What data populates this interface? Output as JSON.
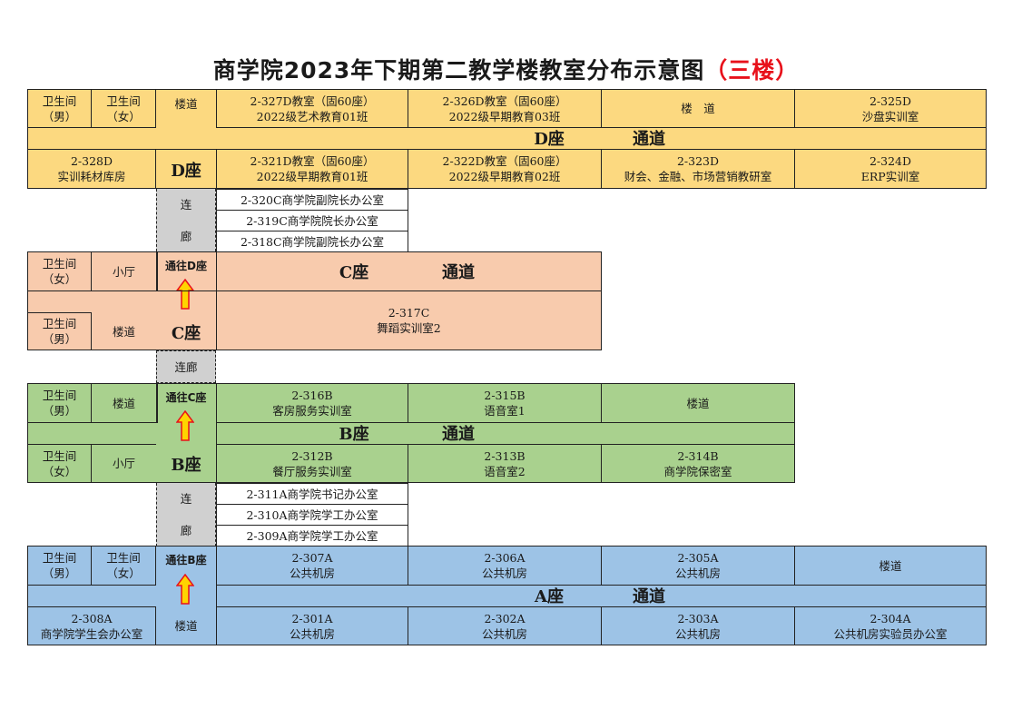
{
  "title": {
    "main": "商学院2023年下期第二教学楼教室分布示意图",
    "floor": "（三楼）"
  },
  "d": {
    "wc_m": [
      "卫生间",
      "（男）"
    ],
    "wc_f": [
      "卫生间",
      "（女）"
    ],
    "stairs_l": "楼道",
    "r327": [
      "2-327D教室（固60座）",
      "2022级艺术教育01班"
    ],
    "r326": [
      "2-326D教室（固60座）",
      "2022级早期教育03班"
    ],
    "stairs_r": "楼　道",
    "r325": [
      "2-325D",
      "沙盘实训室"
    ],
    "corridor": [
      "D座",
      "通道"
    ],
    "r328": [
      "2-328D",
      "实训耗材库房"
    ],
    "block": "D座",
    "r321": [
      "2-321D教室（固60座）",
      "2022级早期教育01班"
    ],
    "r322": [
      "2-322D教室（固60座）",
      "2022级早期教育02班"
    ],
    "r323": [
      "2-323D",
      "财会、金融、市场营销教研室"
    ],
    "r324": [
      "2-324D",
      "ERP实训室"
    ]
  },
  "dc": {
    "link": [
      "连",
      "廊"
    ],
    "offices": [
      "2-320C商学院副院长办公室",
      "2-319C商学院院长办公室",
      "2-318C商学院副院长办公室"
    ]
  },
  "c": {
    "wc_f": [
      "卫生间",
      "（女）"
    ],
    "hall": "小厅",
    "to": "通往D座",
    "corridor": [
      "C座",
      "通道"
    ],
    "wc_m": [
      "卫生间",
      "（男）"
    ],
    "stairs": "楼道",
    "block": "C座",
    "r317": [
      "2-317C",
      "舞蹈实训室2"
    ]
  },
  "cb": {
    "link": "连廊"
  },
  "b": {
    "wc_m": [
      "卫生间",
      "（男）"
    ],
    "stairs": "楼道",
    "to": "通往C座",
    "r316": [
      "2-316B",
      "客房服务实训室"
    ],
    "r315": [
      "2-315B",
      "语音室1"
    ],
    "stairs_r": "楼道",
    "corridor": [
      "B座",
      "通道"
    ],
    "wc_f": [
      "卫生间",
      "（女）"
    ],
    "hall": "小厅",
    "block": "B座",
    "r312": [
      "2-312B",
      "餐厅服务实训室"
    ],
    "r313": [
      "2-313B",
      "语音室2"
    ],
    "r314": [
      "2-314B",
      "商学院保密室"
    ]
  },
  "ba": {
    "link": [
      "连",
      "廊"
    ],
    "offices": [
      "2-311A商学院书记办公室",
      "2-310A商学院学工办公室",
      "2-309A商学院学工办公室"
    ]
  },
  "a": {
    "wc_m": [
      "卫生间",
      "（男）"
    ],
    "wc_f": [
      "卫生间",
      "（女）"
    ],
    "to": "通往B座",
    "r307": [
      "2-307A",
      "公共机房"
    ],
    "r306": [
      "2-306A",
      "公共机房"
    ],
    "r305": [
      "2-305A",
      "公共机房"
    ],
    "stairs_r": "楼道",
    "corridor": [
      "A座",
      "通道"
    ],
    "r308": [
      "2-308A",
      "商学院学生会办公室"
    ],
    "stairs": "楼道",
    "r301": [
      "2-301A",
      "公共机房"
    ],
    "r302": [
      "2-302A",
      "公共机房"
    ],
    "r303": [
      "2-303A",
      "公共机房"
    ],
    "r304": [
      "2-304A",
      "公共机房实验员办公室"
    ]
  },
  "colors": {
    "d": "#fcd980",
    "c": "#f8cbad",
    "b": "#a9d18e",
    "a": "#9dc3e6",
    "arrow_fill": "#ffd400",
    "arrow_stroke": "#e8111b"
  }
}
